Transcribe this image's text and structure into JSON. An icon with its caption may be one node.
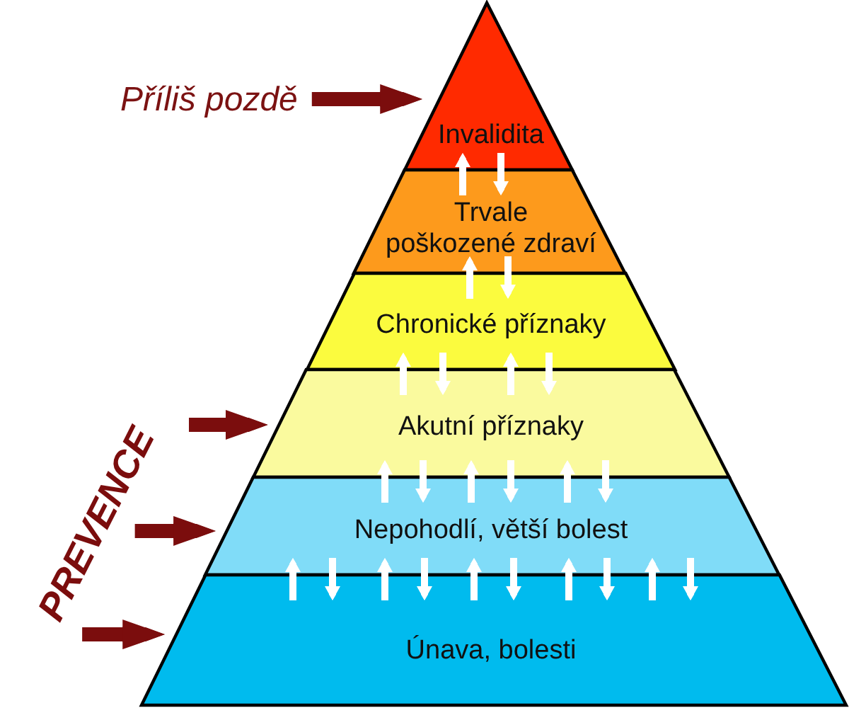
{
  "diagram": {
    "nodes": [
      {
        "text": [
          "Příliš pozdě"
        ]
      },
      {
        "text": [
          "Invalidita"
        ]
      },
      {
        "text": [
          "Trvale poškozené zdraví"
        ]
      },
      {
        "text": [
          "Chronické příznaky"
        ]
      },
      {
        "text": [
          "Akutní příznaky"
        ]
      },
      {
        "text": [
          "Nepohodlí, větší bolest"
        ]
      },
      {
        "text": [
          "Únava, bolesti"
        ]
      },
      {
        "text": [
          "PREVENCE"
        ]
      }
    ],
    "edges": [
      {
        "from": 0,
        "to": 1,
        "arrow": "to",
        "style": "thick",
        "color": "#7b0d0d"
      },
      {
        "from": 7,
        "to": 4,
        "arrow": "to",
        "style": "thick",
        "color": "#7b0d0d"
      },
      {
        "from": 7,
        "to": 5,
        "arrow": "to",
        "style": "thick",
        "color": "#7b0d0d"
      },
      {
        "from": 7,
        "to": 6,
        "arrow": "to",
        "style": "thick",
        "color": "#7b0d0d"
      },
      {
        "from": 2,
        "to": 1,
        "arrow": "to"
      },
      {
        "from": 1,
        "to": 2,
        "arrow": "to"
      },
      {
        "from": 3,
        "to": 2,
        "arrow": "to"
      },
      {
        "from": 2,
        "to": 3,
        "arrow": "to"
      },
      {
        "from": 4,
        "to": 3,
        "arrow": "to"
      },
      {
        "from": 3,
        "to": 4,
        "arrow": "to"
      },
      {
        "from": 4,
        "to": 3,
        "arrow": "to"
      },
      {
        "from": 3,
        "to": 4,
        "arrow": "to"
      },
      {
        "from": 5,
        "to": 4,
        "arrow": "to"
      },
      {
        "from": 4,
        "to": 5,
        "arrow": "to"
      },
      {
        "from": 5,
        "to": 4,
        "arrow": "to"
      },
      {
        "from": 4,
        "to": 5,
        "arrow": "to"
      },
      {
        "from": 5,
        "to": 4,
        "arrow": "to"
      },
      {
        "from": 4,
        "to": 5,
        "arrow": "to"
      },
      {
        "from": 6,
        "to": 5,
        "arrow": "to"
      },
      {
        "from": 5,
        "to": 6,
        "arrow": "to"
      },
      {
        "from": 6,
        "to": 5,
        "arrow": "to"
      },
      {
        "from": 5,
        "to": 6,
        "arrow": "to"
      },
      {
        "from": 6,
        "to": 5,
        "arrow": "to"
      },
      {
        "from": 5,
        "to": 6,
        "arrow": "to"
      },
      {
        "from": 6,
        "to": 5,
        "arrow": "to"
      },
      {
        "from": 5,
        "to": 6,
        "arrow": "to"
      },
      {
        "from": 6,
        "to": 5,
        "arrow": "to"
      },
      {
        "from": 5,
        "to": 6,
        "arrow": "to"
      }
    ]
  }
}
